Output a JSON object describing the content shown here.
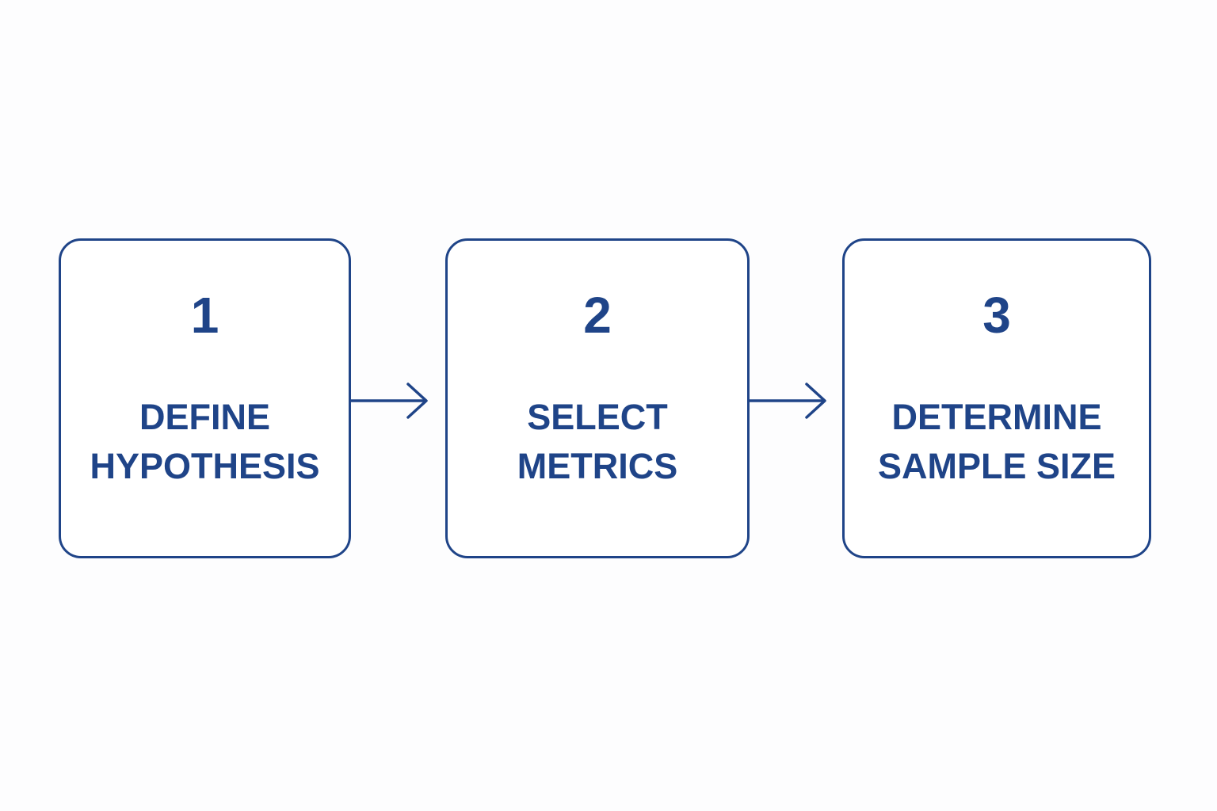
{
  "diagram": {
    "colors": {
      "stroke": "#1f4488",
      "text": "#1f4488",
      "background": "#fdfdfe"
    },
    "steps": [
      {
        "number": "1",
        "label_lines": [
          "DEFINE",
          "HYPOTHESIS"
        ]
      },
      {
        "number": "2",
        "label_lines": [
          "SELECT",
          "METRICS"
        ]
      },
      {
        "number": "3",
        "label_lines": [
          "DETERMINE",
          "SAMPLE SIZE"
        ]
      }
    ],
    "connectors": [
      {
        "from": "1",
        "to": "2",
        "icon": "right-arrow-icon"
      },
      {
        "from": "2",
        "to": "3",
        "icon": "right-arrow-icon"
      }
    ]
  }
}
